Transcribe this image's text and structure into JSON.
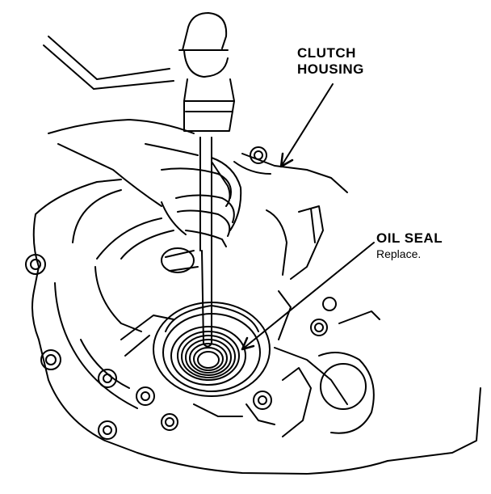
{
  "labels": {
    "clutch_housing": {
      "line1": "CLUTCH",
      "line2": "HOUSING"
    },
    "oil_seal": {
      "title": "OIL SEAL",
      "note": "Replace."
    }
  },
  "colors": {
    "ink": "#000000",
    "paper": "#ffffff"
  },
  "icons": [
    "hammer",
    "hand",
    "drift-punch",
    "oil-seal",
    "clutch-housing",
    "arrow"
  ]
}
